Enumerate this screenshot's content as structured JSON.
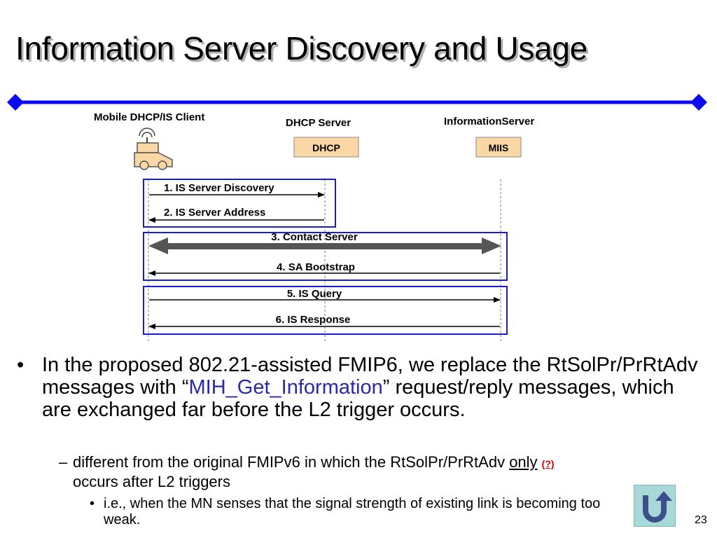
{
  "title": "Information Server Discovery and Usage",
  "diagram": {
    "entities": {
      "client": "Mobile DHCP/IS Client",
      "dhcp_server": "DHCP Server",
      "info_server": "InformationServer"
    },
    "boxes": {
      "dhcp": "DHCP",
      "miis": "MIIS"
    },
    "messages": [
      {
        "label": "1. IS Server Discovery",
        "direction": "right"
      },
      {
        "label": "2. IS Server Address",
        "direction": "left"
      },
      {
        "label": "3. Contact Server",
        "direction": "both"
      },
      {
        "label": "4. SA Bootstrap",
        "direction": "left"
      },
      {
        "label": "5. IS Query",
        "direction": "right"
      },
      {
        "label": "6. IS Response",
        "direction": "left"
      }
    ],
    "colors": {
      "rule": "#0b0bf0",
      "group_border": "#1a1ad9",
      "box_fill": "#fbd7a6"
    }
  },
  "bullets": {
    "main_pre": "In the proposed 802.21-assisted FMIP6, we replace the RtSolPr/PrRtAdv messages with “",
    "main_link": "MIH_Get_Information",
    "main_post": "” request/reply messages, which are exchanged far before the L2 trigger occurs.",
    "sub_pre": "different from the original FMIPv6 in which the RtSolPr/PrRtAdv ",
    "sub_only": "only",
    "sub_q": "(?)",
    "sub_post": "occurs after L2 triggers",
    "subsub": "i.e., when the MN senses that the signal strength of existing link is becoming too weak."
  },
  "page_number": "23",
  "back_button_icon": "u-turn-back-icon"
}
